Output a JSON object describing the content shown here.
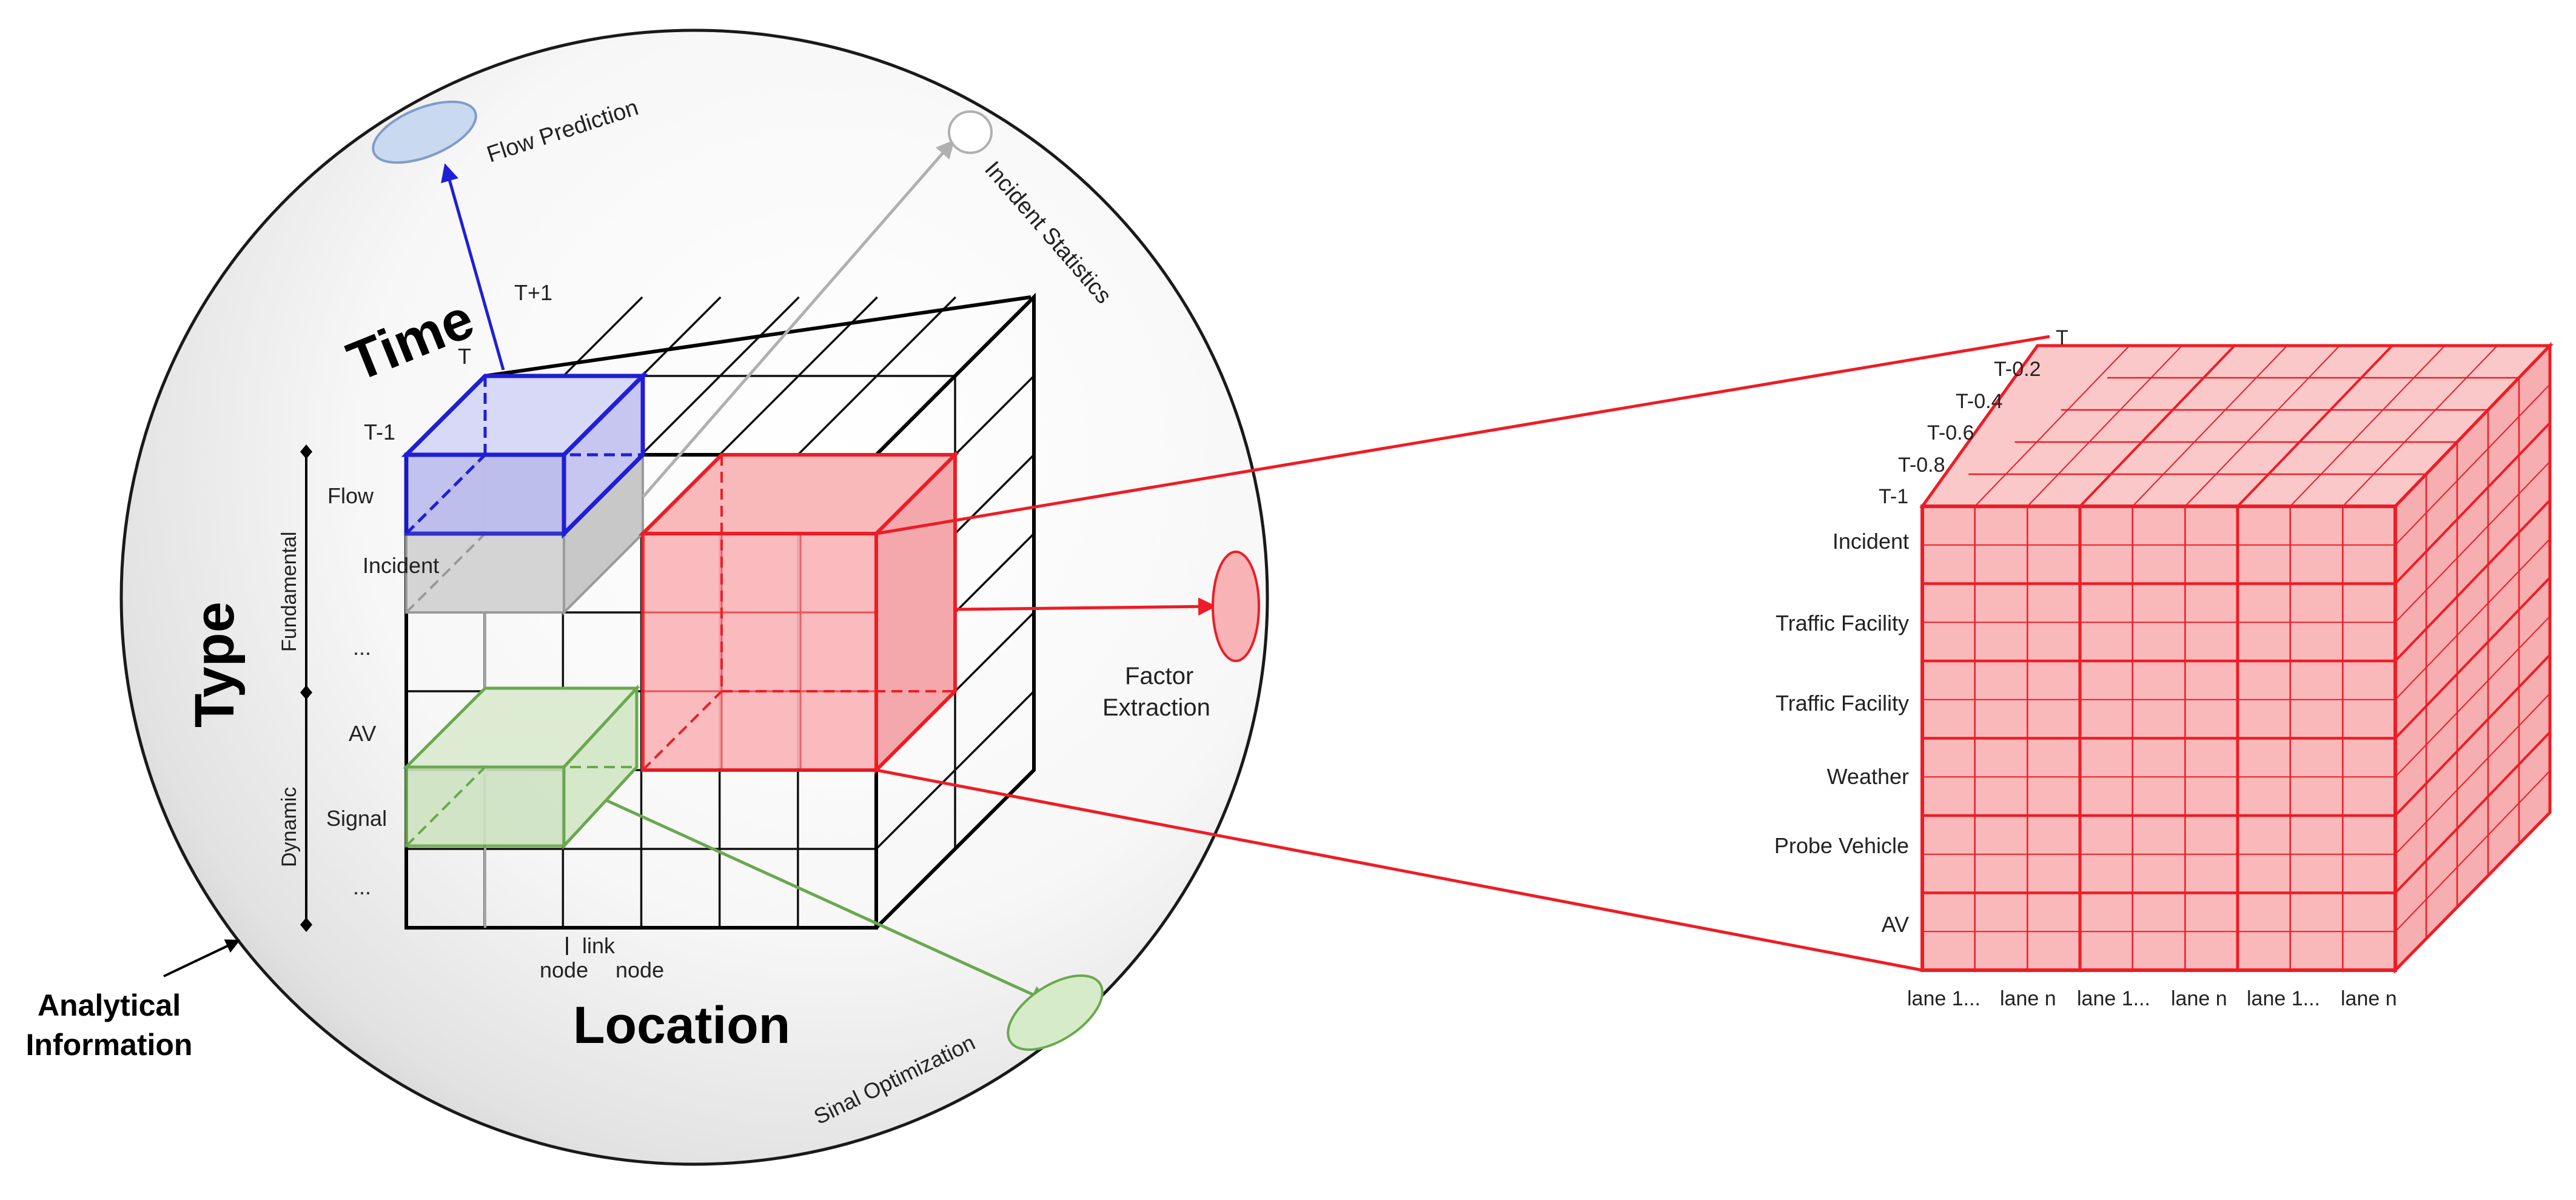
{
  "axes": {
    "time": "Time",
    "type": "Type",
    "location": "Location"
  },
  "time_labels": {
    "t_plus_1": "T+1",
    "t": "T",
    "t_minus_1": "T-1"
  },
  "type_groups": {
    "fundamental": "Fundamental",
    "dynamic": "Dynamic"
  },
  "type_items": [
    "Flow",
    "Incident",
    "...",
    "AV",
    "Signal",
    "..."
  ],
  "location_labels": {
    "link": "link",
    "node_left": "node",
    "node_right": "node"
  },
  "applications": {
    "flow_prediction": "Flow Prediction",
    "incident_statistics": "Incident Statistics",
    "factor_extraction_line1": "Factor",
    "factor_extraction_line2": "Extraction",
    "signal_optimization": "Sinal Optimization"
  },
  "analytical_info": {
    "line1": "Analytical",
    "line2": "Information"
  },
  "detail_cube": {
    "time_labels": [
      "T",
      "T-0.2",
      "T-0.4",
      "T-0.6",
      "T-0.8",
      "T-1"
    ],
    "row_labels": [
      "Incident",
      "Traffic Facility",
      "Traffic Facility",
      "Weather",
      "Probe Vehicle",
      "AV"
    ],
    "lane_labels": [
      "lane 1...",
      "lane n",
      "lane 1...",
      "lane n",
      "lane 1...",
      "lane n"
    ]
  },
  "colors": {
    "time_highlight": "#1f1fd6",
    "incident_highlight": "#9a9a9a",
    "factor_highlight": "#ee1c25",
    "signal_highlight": "#4f9a2e"
  }
}
